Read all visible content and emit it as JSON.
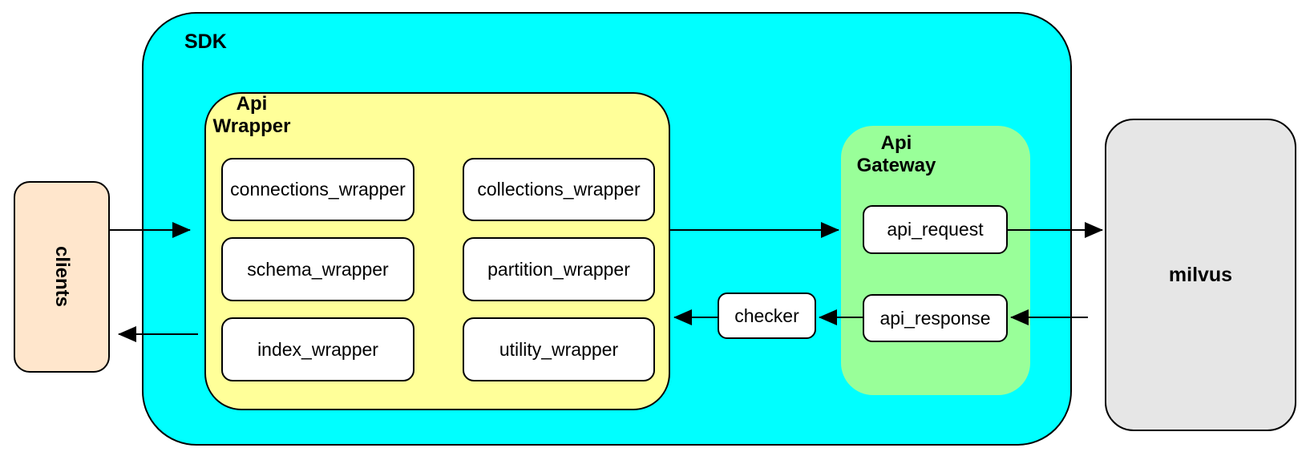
{
  "colors": {
    "sdk_fill": "#00FFFF",
    "wrapper_fill": "#FFFF99",
    "gateway_fill": "#99FF99",
    "clients_fill": "#FFE6CC",
    "milvus_fill": "#E6E6E6",
    "node_fill": "#FFFFFF",
    "stroke": "#000000"
  },
  "nodes": {
    "clients": "clients",
    "sdk": "SDK",
    "api_wrapper": "Api\nWrapper",
    "wrapper_boxes": [
      "connections_wrapper",
      "collections_wrapper",
      "schema_wrapper",
      "partition_wrapper",
      "index_wrapper",
      "utility_wrapper"
    ],
    "checker": "checker",
    "api_gateway": "Api\nGateway",
    "gateway_boxes": [
      "api_request",
      "api_response"
    ],
    "milvus": "milvus"
  }
}
